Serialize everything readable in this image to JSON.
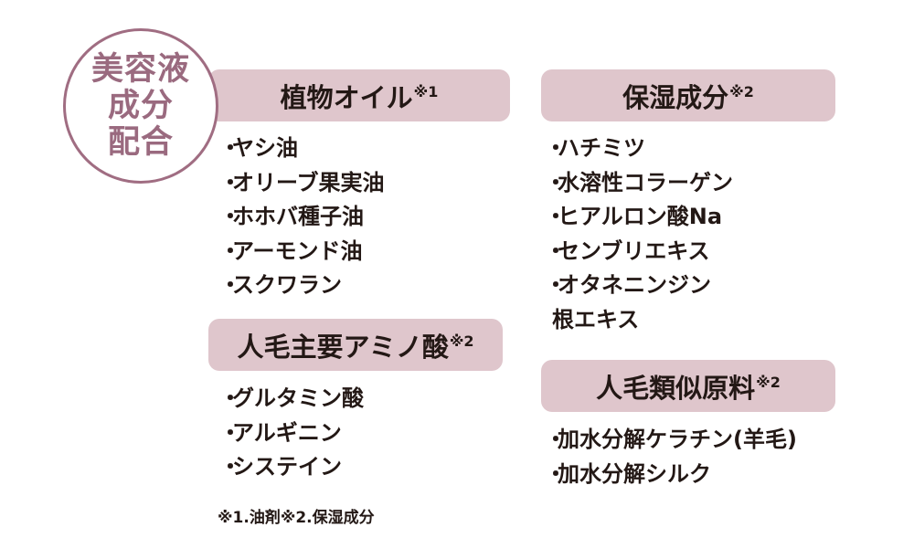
{
  "badge": {
    "line1": "美容液",
    "line2": "成分",
    "line3": "配合"
  },
  "sections": {
    "oil": {
      "title": "植物オイル",
      "note": "※1",
      "items": [
        "ヤシ油",
        "オリーブ果実油",
        "ホホバ種子油",
        "アーモンド油",
        "スクワラン"
      ]
    },
    "moisture": {
      "title": "保湿成分",
      "note": "※2",
      "items": [
        "ハチミツ",
        "水溶性コラーゲン",
        "ヒアルロン酸Na",
        "センブリエキス",
        "オタネニンジン",
        "根エキス"
      ]
    },
    "amino": {
      "title": "人毛主要アミノ酸",
      "note": "※2",
      "items": [
        "グルタミン酸",
        "アルギニン",
        "システイン"
      ]
    },
    "hair": {
      "title": "人毛類似原料",
      "note": "※2",
      "items": [
        "加水分解ケラチン(羊毛)",
        "加水分解シルク"
      ]
    }
  },
  "bullet": "・",
  "footnote": "※1.油剤※2.保湿成分",
  "colors": {
    "accent": "#9a6a7f",
    "pill_bg": "#dfc6cc",
    "text": "#231815"
  }
}
